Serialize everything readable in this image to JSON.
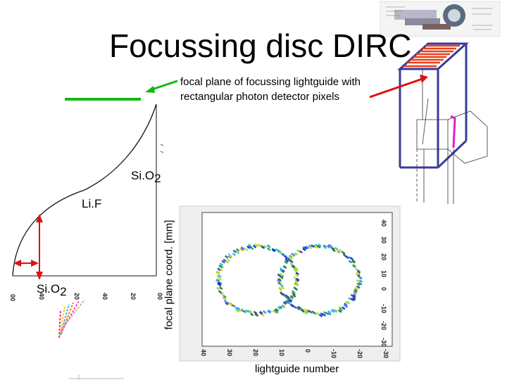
{
  "slide": {
    "title": "Focussing disc DIRC",
    "annotation_line1": "focal plane of focussing lightguide with",
    "annotation_line2": "rectangular photon detector pixels",
    "label_sio2_top_main": "Si.O",
    "label_sio2_top_sub": "2",
    "label_lif": "Li.F",
    "label_sio2_bottom_main": "Si.O",
    "label_sio2_bottom_sub": "2",
    "y_axis_label": "focal plane coord. [mm]",
    "x_axis_label": "lightguide number",
    "left_ticks": [
      "00",
      "20",
      "40",
      "20",
      "40",
      "00"
    ],
    "plot_right_ticks": [
      "40",
      "30",
      "20",
      "10",
      "0",
      "-10",
      "-20",
      "-30"
    ],
    "plot_bottom_ticks": [
      "40",
      "30",
      "20",
      "10",
      "0",
      "-10",
      "-20",
      "-30"
    ]
  },
  "colors": {
    "arrow_green": "#14b814",
    "arrow_red": "#e01010",
    "detector_outline": "#3a3a9a",
    "detector_pixels": "#e8401c",
    "pink_marker": "#e020c8"
  }
}
